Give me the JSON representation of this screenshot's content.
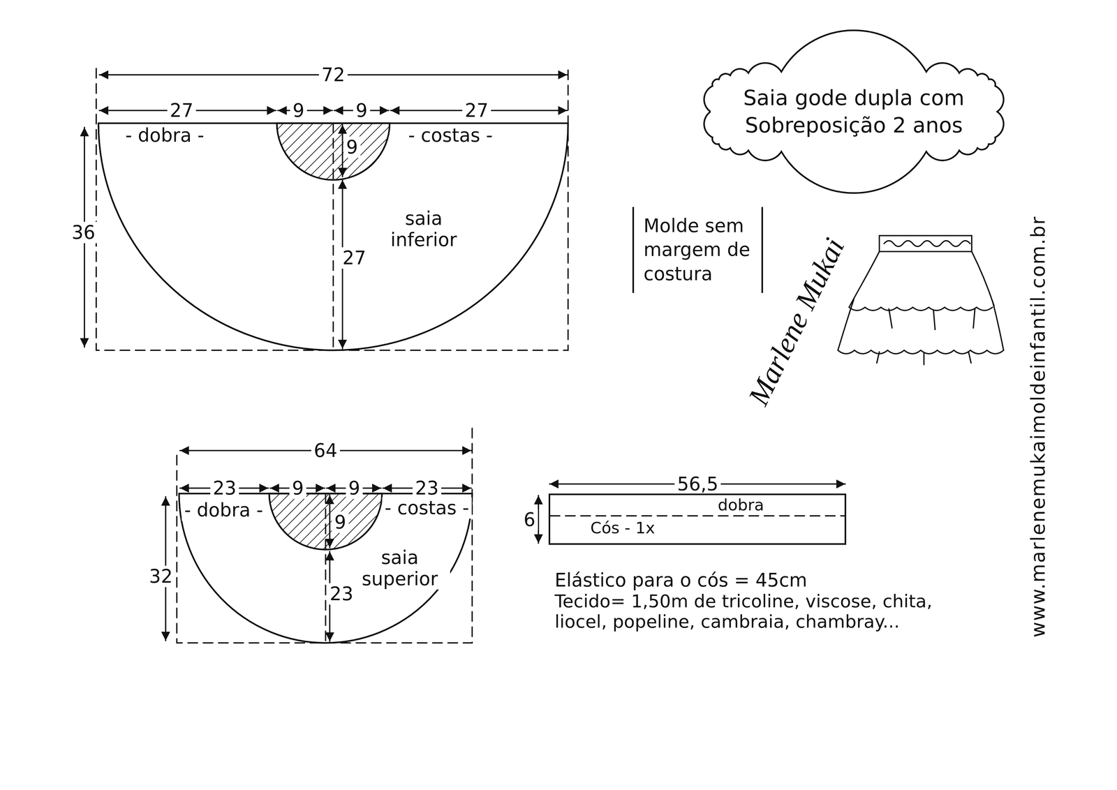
{
  "diagram": {
    "nodes": [
      {
        "text": [
          "Saia gode dupla com Sobreposição 2 anos"
        ]
      },
      {
        "text": [
          "Molde sem margem de costura"
        ]
      },
      {
        "text": [
          "dobra",
          "Cós - 1x"
        ]
      }
    ],
    "labels": [
      "72",
      "27",
      "9",
      "9",
      "27",
      "- dobra -",
      "- costas -",
      "9",
      "36",
      "saia inferior",
      "27",
      "64",
      "23",
      "9",
      "9",
      "23",
      "- dobra -",
      "- costas -",
      "9",
      "32",
      "saia superior",
      "23",
      "56,5",
      "6",
      "Elástico para o cós = 45cm",
      "Tecido= 1,50m de tricoline, viscose, chita, liocel, popeline, cambraia, chambray...",
      "Marlene Mukai",
      "www.marlenemukaimoldeinfantil.com.br"
    ]
  }
}
